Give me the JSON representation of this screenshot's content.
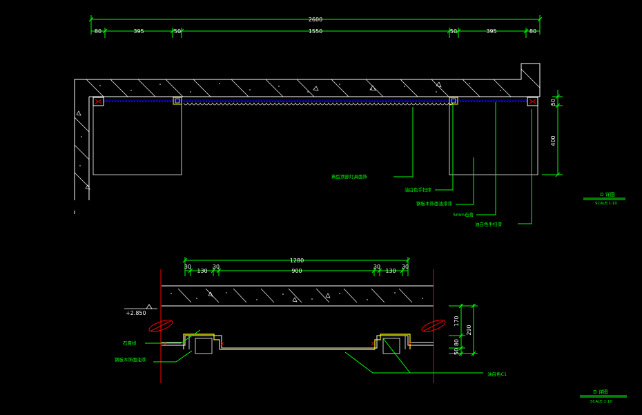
{
  "top_section": {
    "overall_dim": "2600",
    "dims": [
      "80",
      "395",
      "50",
      "1550",
      "50",
      "395",
      "80"
    ],
    "vertical_dims": [
      "50",
      "400"
    ],
    "notes": [
      "典型顶部灯具面饰",
      "油白色手扫漆",
      "钢板木饰面油漆漆",
      "5mm石膏",
      "油白色手扫漆"
    ],
    "title": "D  详图",
    "scale": "SCALE:1:10"
  },
  "bottom_section": {
    "overall_dim": "1280",
    "dims": [
      "30",
      "130",
      "30",
      "900",
      "30",
      "130",
      "30"
    ],
    "vertical_dims": [
      "170",
      "290",
      "80",
      "50"
    ],
    "elevation": "+2.850",
    "notes": [
      "石膏线",
      "钢板木饰面油漆",
      "油白色C1"
    ],
    "title": "D  详图",
    "scale": "SCALE:1:10"
  },
  "colors": {
    "background": "#000000",
    "dimension": "#00ff00",
    "outline": "#ffffff",
    "section_wall": "#ff0000",
    "trim": "#ffff00"
  }
}
